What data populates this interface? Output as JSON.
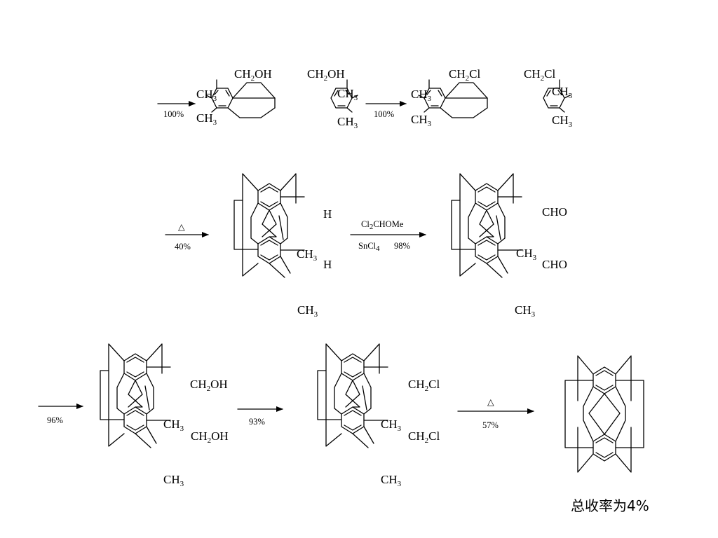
{
  "scheme": {
    "row1": {
      "step1": {
        "yield": "100%"
      },
      "molecule1": {
        "substituents": [
          "CH2OH",
          "CH2OH",
          "CH3",
          "CH3",
          "CH3",
          "CH3"
        ]
      },
      "step2": {
        "yield": "100%"
      },
      "molecule2": {
        "substituents": [
          "CH2Cl",
          "CH2Cl",
          "CH3",
          "CH3",
          "CH3",
          "CH3"
        ]
      }
    },
    "row2": {
      "step3": {
        "reagent": "△",
        "yield": "40%"
      },
      "molecule3": {
        "substituents": [
          "H",
          "CH3",
          "H",
          "CH3"
        ]
      },
      "step4": {
        "reagent1": "Cl2CHOMe",
        "reagent2": "SnCl4",
        "yield": "98%"
      },
      "molecule4": {
        "substituents": [
          "CHO",
          "CH3",
          "CHO",
          "CH3"
        ]
      }
    },
    "row3": {
      "step5": {
        "yield": "96%"
      },
      "molecule5": {
        "substituents": [
          "CH2OH",
          "CH3",
          "CH2OH",
          "CH3"
        ]
      },
      "step6": {
        "yield": "93%"
      },
      "molecule6": {
        "substituents": [
          "CH2Cl",
          "CH3",
          "CH2Cl",
          "CH3"
        ]
      },
      "step7": {
        "reagent": "△",
        "yield": "57%"
      }
    },
    "overall_yield": "总收率为4%"
  }
}
